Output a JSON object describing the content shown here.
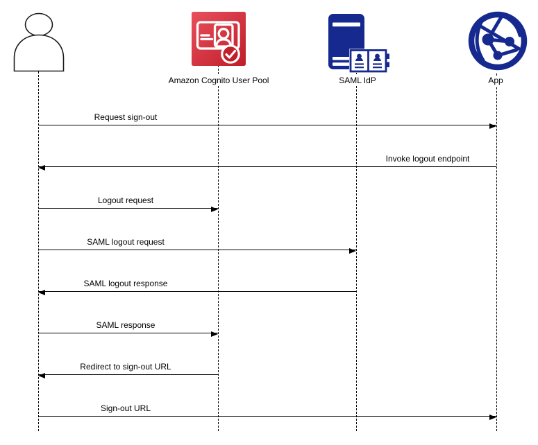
{
  "diagram_type": "sequence-diagram",
  "background": "#ffffff",
  "colors": {
    "line": "#000000",
    "aws_red_gradient_start": "#e8505b",
    "aws_red_gradient_end": "#bf1d2a",
    "check_circle_fill": "#c21f2b",
    "navy": "#16298f"
  },
  "actors": [
    {
      "id": "user",
      "icon": "person-icon",
      "label": ""
    },
    {
      "id": "amazon-cognito-user-pool",
      "icon": "cognito-user-pool-icon",
      "label": "Amazon Cognito User Pool"
    },
    {
      "id": "saml-idp",
      "icon": "saml-idp-server-directory-icon",
      "label": "SAML IdP"
    },
    {
      "id": "app",
      "icon": "app-globe-icon",
      "label": "App"
    }
  ],
  "messages": [
    {
      "label": "Request sign-out",
      "from": "User",
      "to": "App",
      "direction": "right"
    },
    {
      "label": "Invoke logout endpoint",
      "from": "App",
      "to": "User",
      "direction": "left"
    },
    {
      "label": "Logout request",
      "from": "User",
      "to": "Amazon Cognito User Pool",
      "direction": "right"
    },
    {
      "label": "SAML logout request",
      "from": "User",
      "to": "SAML IdP",
      "direction": "right"
    },
    {
      "label": "SAML logout response",
      "from": "SAML IdP",
      "to": "User",
      "direction": "left"
    },
    {
      "label": "SAML response",
      "from": "User",
      "to": "Amazon Cognito User Pool",
      "direction": "right"
    },
    {
      "label": "Redirect to sign-out URL",
      "from": "Amazon Cognito User Pool",
      "to": "User",
      "direction": "left"
    },
    {
      "label": "Sign-out URL",
      "from": "User",
      "to": "App",
      "direction": "right"
    }
  ]
}
